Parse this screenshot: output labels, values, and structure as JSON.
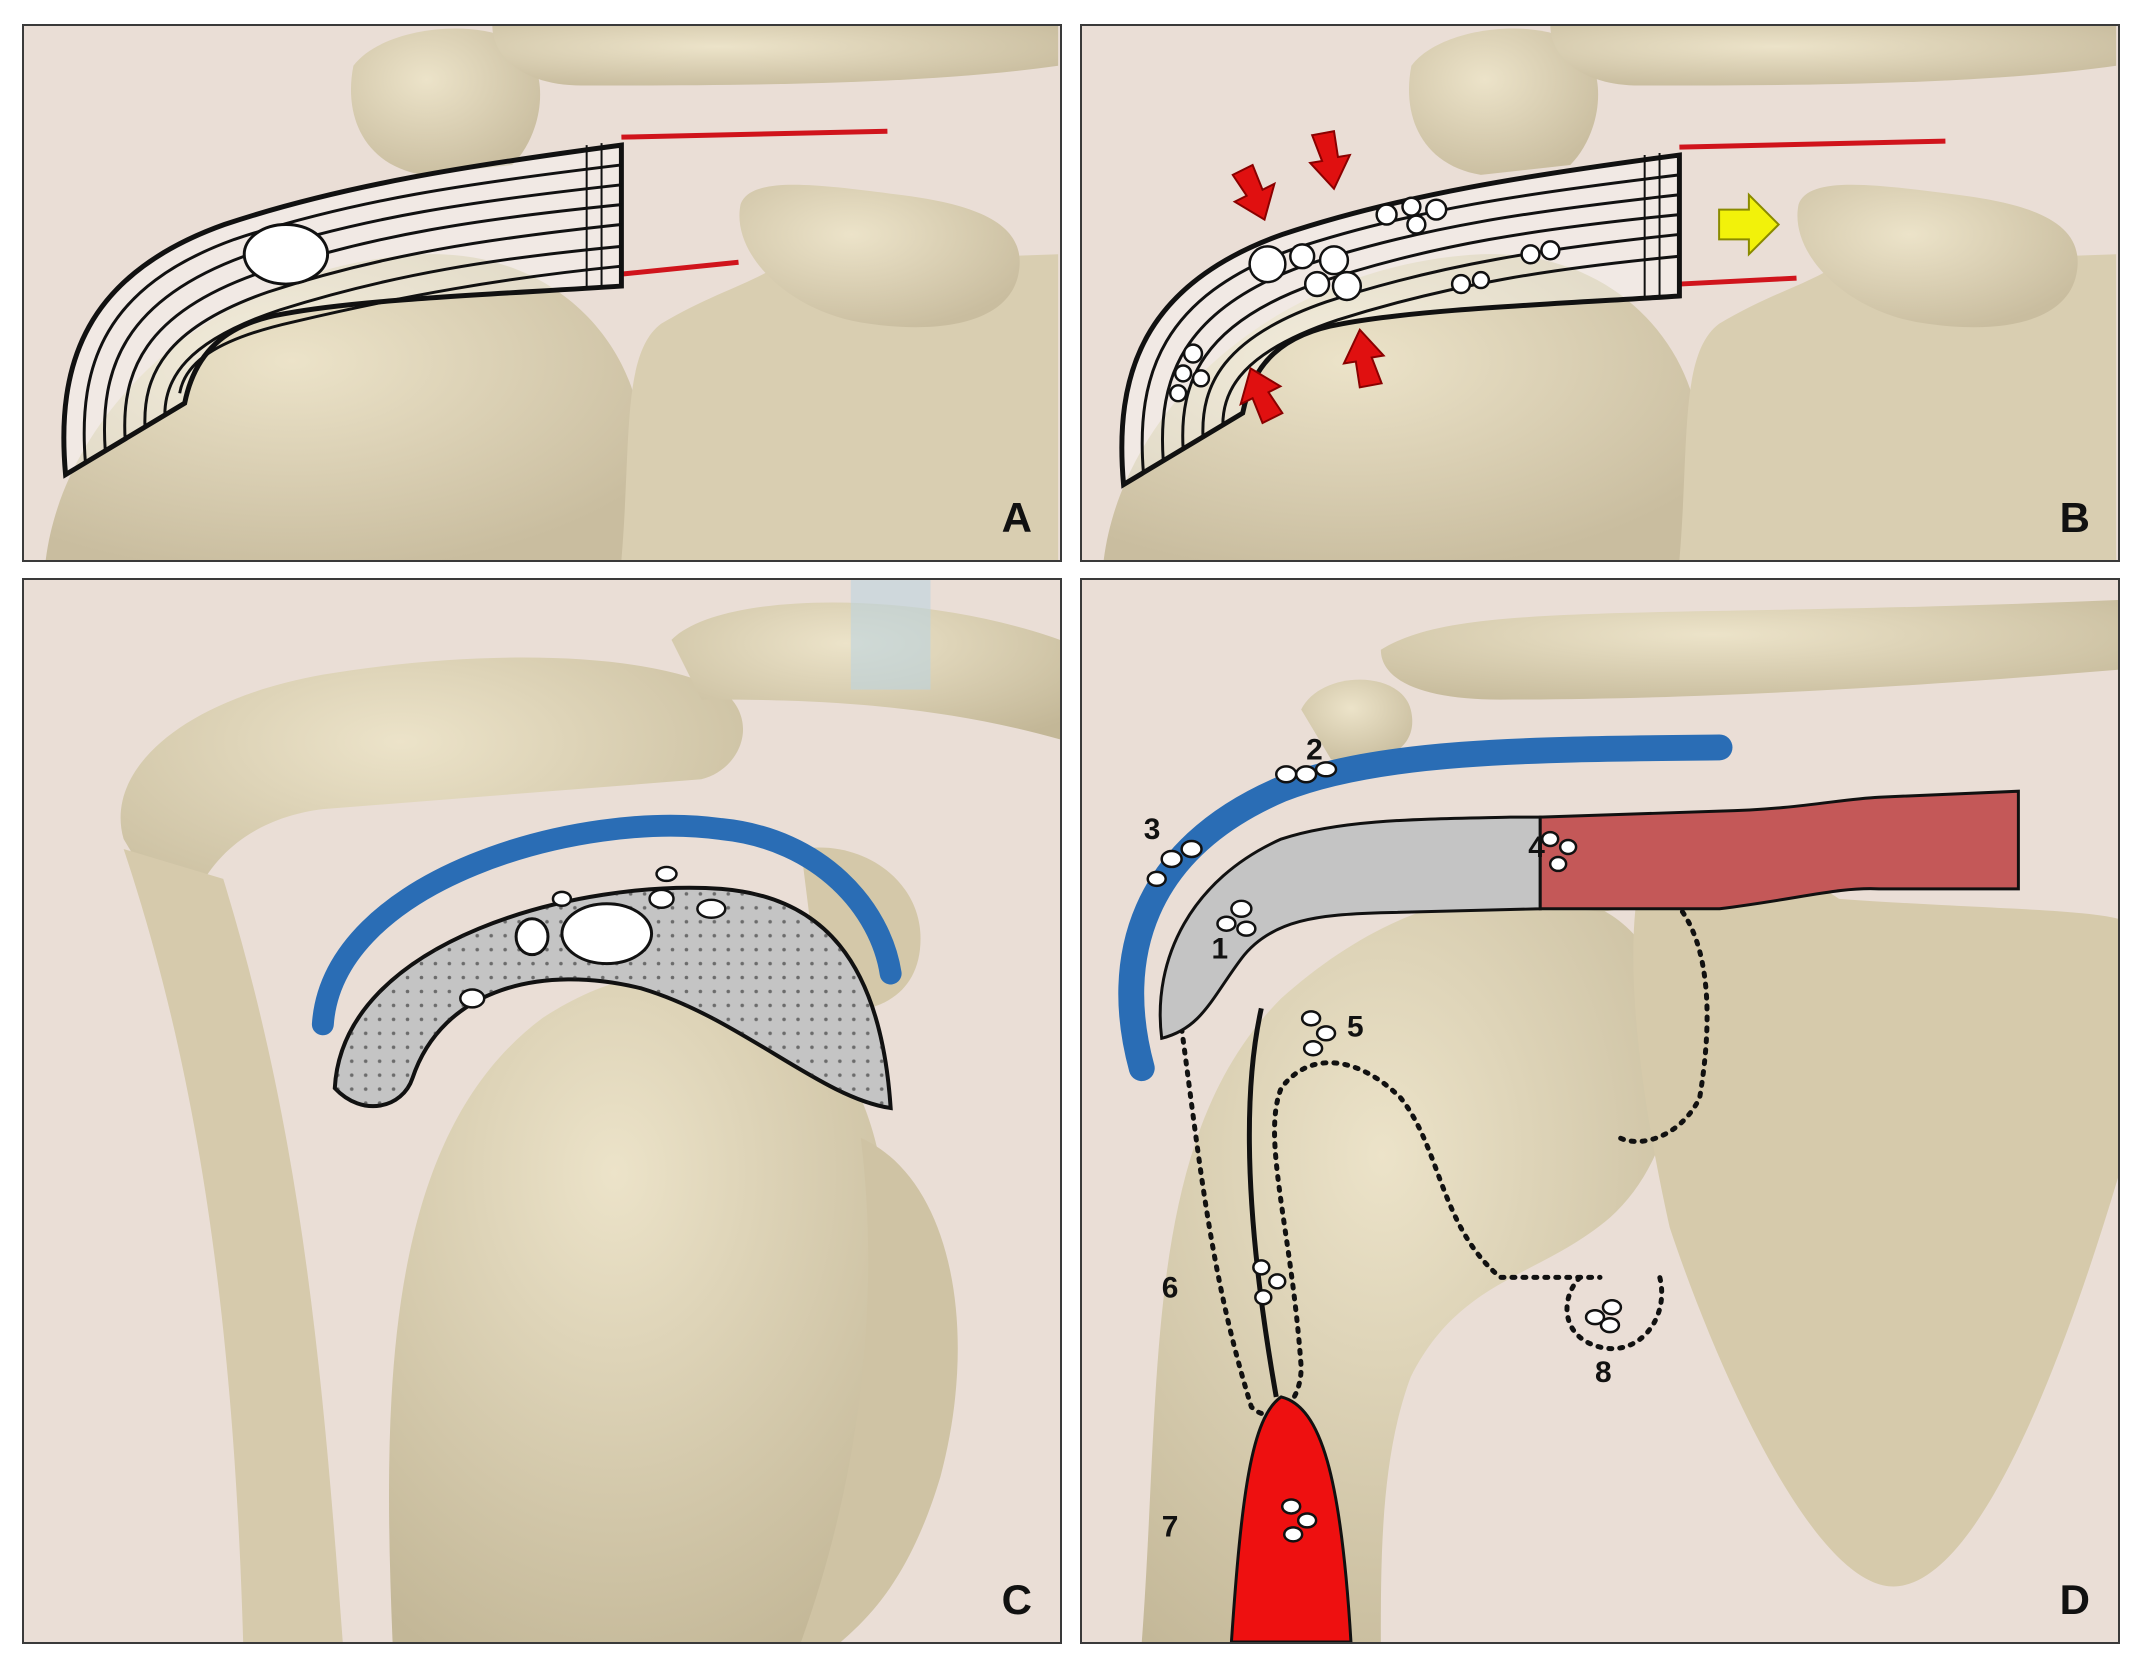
{
  "panels": [
    {
      "label": "A"
    },
    {
      "label": "B"
    },
    {
      "label": "C"
    },
    {
      "label": "D"
    }
  ],
  "numbers": [
    "1",
    "2",
    "3",
    "4",
    "5",
    "6",
    "7",
    "8"
  ],
  "colors": {
    "background": "#eaded6",
    "bone": "#ddd2b6",
    "bone_shadow": "#bdb194",
    "tendon_outline": "#111111",
    "ligament_red": "#d0141c",
    "arrow_red": "#e01010",
    "arrow_yellow": "#f2f20a",
    "bursa_blue": "#2a6db5",
    "tendon_gray": "#c4c4c4",
    "muscle_red": "#c45858",
    "biceps_red": "#ee1010"
  }
}
